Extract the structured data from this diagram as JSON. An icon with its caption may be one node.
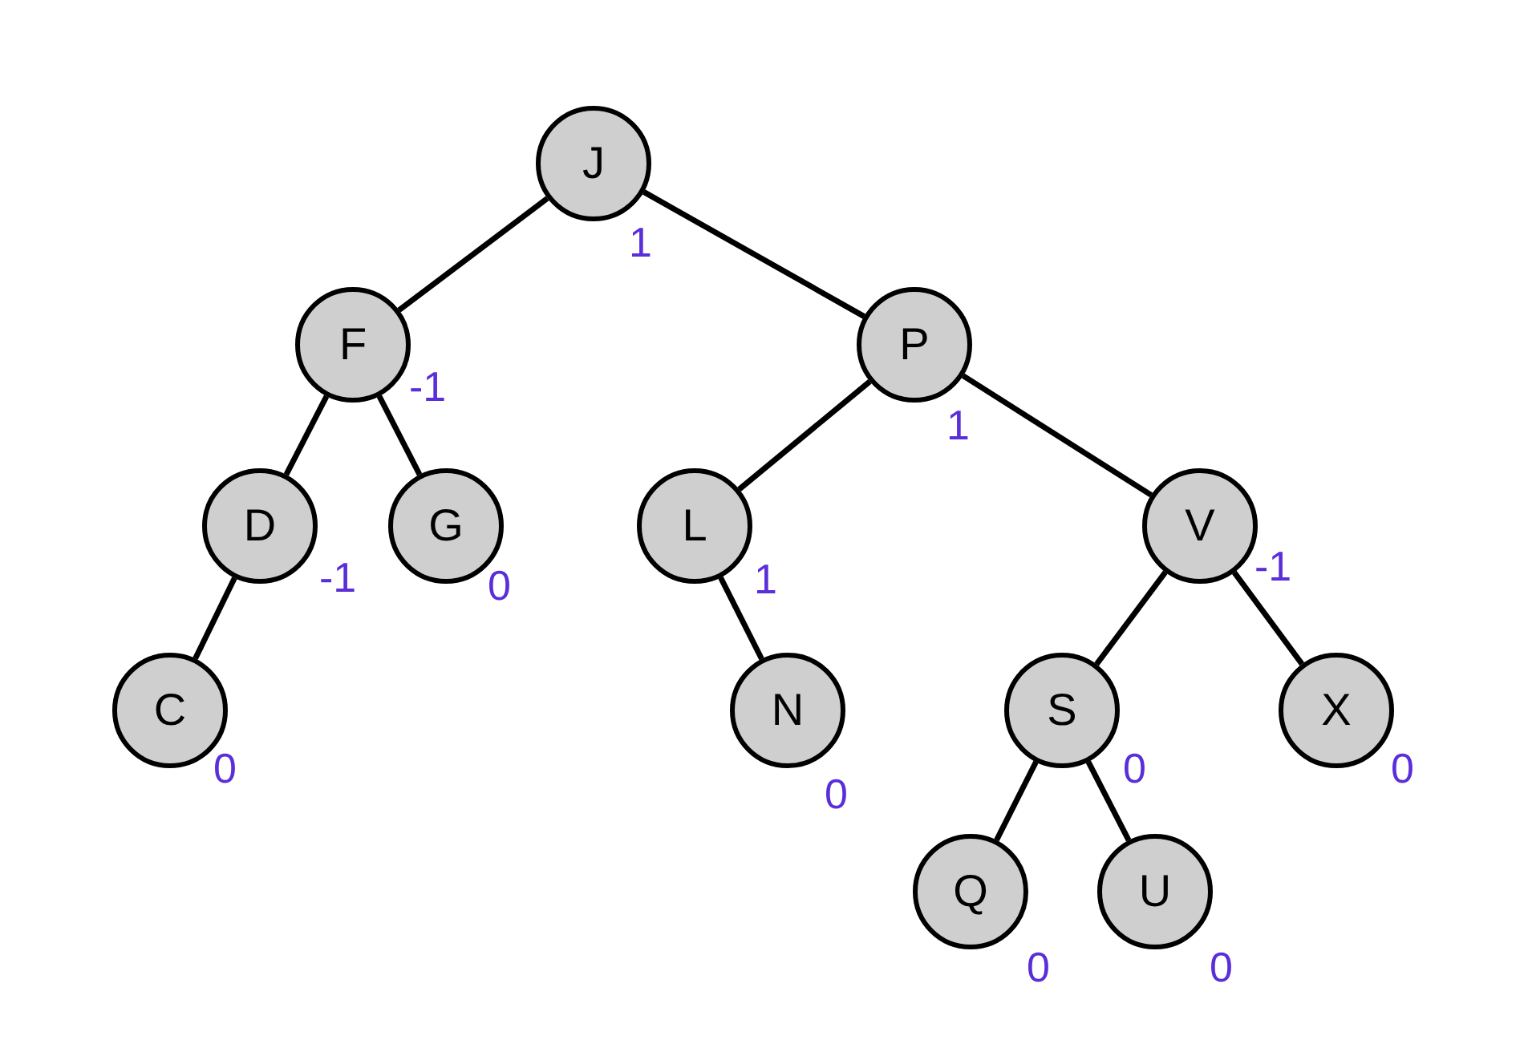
{
  "diagram": {
    "nodes": [
      {
        "text": [
          "J"
        ],
        "beside": [
          "1"
        ]
      },
      {
        "text": [
          "F"
        ],
        "beside": [
          "-1"
        ]
      },
      {
        "text": [
          "P"
        ],
        "beside": [
          "1"
        ]
      },
      {
        "text": [
          "D"
        ],
        "beside": [
          "-1"
        ]
      },
      {
        "text": [
          "G"
        ],
        "beside": [
          "0"
        ]
      },
      {
        "text": [
          "L"
        ],
        "beside": [
          "1"
        ]
      },
      {
        "text": [
          "V"
        ],
        "beside": [
          "-1"
        ]
      },
      {
        "text": [
          "C"
        ],
        "beside": [
          "0"
        ]
      },
      {
        "text": [
          "N"
        ],
        "beside": [
          "0"
        ]
      },
      {
        "text": [
          "S"
        ],
        "beside": [
          "0"
        ]
      },
      {
        "text": [
          "X"
        ],
        "beside": [
          "0"
        ]
      },
      {
        "text": [
          "Q"
        ],
        "beside": [
          "0"
        ]
      },
      {
        "text": [
          "U"
        ],
        "beside": [
          "0"
        ]
      }
    ],
    "edges": [
      {
        "from": 0,
        "to": 1,
        "arrow": "none"
      },
      {
        "from": 0,
        "to": 2,
        "arrow": "none"
      },
      {
        "from": 1,
        "to": 3,
        "arrow": "none"
      },
      {
        "from": 1,
        "to": 4,
        "arrow": "none"
      },
      {
        "from": 2,
        "to": 5,
        "arrow": "none"
      },
      {
        "from": 2,
        "to": 6,
        "arrow": "none"
      },
      {
        "from": 3,
        "to": 7,
        "arrow": "none"
      },
      {
        "from": 5,
        "to": 8,
        "arrow": "none"
      },
      {
        "from": 6,
        "to": 9,
        "arrow": "none"
      },
      {
        "from": 6,
        "to": 10,
        "arrow": "none"
      },
      {
        "from": 9,
        "to": 11,
        "arrow": "none"
      },
      {
        "from": 9,
        "to": 12,
        "arrow": "none"
      }
    ]
  }
}
